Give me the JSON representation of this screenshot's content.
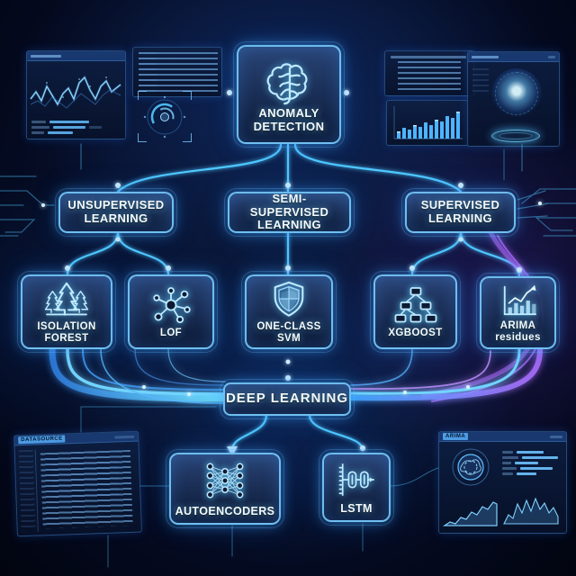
{
  "palette": {
    "background": "#050b1e",
    "accent_cyan": "#4fc8ff",
    "accent_purple": "#a968f7",
    "text": "#f4faff"
  },
  "diagram": {
    "root": {
      "id": "anomaly-detection",
      "label": "ANOMALY DETECTION",
      "icon": "brain-icon"
    },
    "level2": [
      {
        "id": "unsupervised",
        "label": "UNSUPERVISED LEARNING"
      },
      {
        "id": "semi-supervised",
        "label": "SEMI-SUPERVISED LEARNING"
      },
      {
        "id": "supervised",
        "label": "SUPERVISED LEARNING"
      }
    ],
    "level3": [
      {
        "id": "isolation-forest",
        "label": "ISOLATION FOREST",
        "icon": "pine-trees-icon"
      },
      {
        "id": "lof",
        "label": "LOF",
        "icon": "outlier-graph-icon"
      },
      {
        "id": "one-class-svm",
        "label": "ONE-CLASS SVM",
        "icon": "shield-icon"
      },
      {
        "id": "xgboost",
        "label": "XGBOOST",
        "icon": "decision-tree-icon"
      },
      {
        "id": "arima-residues",
        "label": "ARIMA residues",
        "icon": "trend-chart-icon"
      }
    ],
    "hub": {
      "id": "deep-learning",
      "label": "DEEP LEARNING"
    },
    "level4": [
      {
        "id": "autoencoders",
        "label": "AUTOENCODERS",
        "icon": "neural-network-icon"
      },
      {
        "id": "lstm",
        "label": "LSTM",
        "icon": "sequence-cells-icon"
      }
    ]
  },
  "panels": {
    "bottom_left_editor": {
      "title": "DATASOURCE"
    },
    "bottom_right_dashboard": {
      "title": "ARIMA"
    }
  }
}
